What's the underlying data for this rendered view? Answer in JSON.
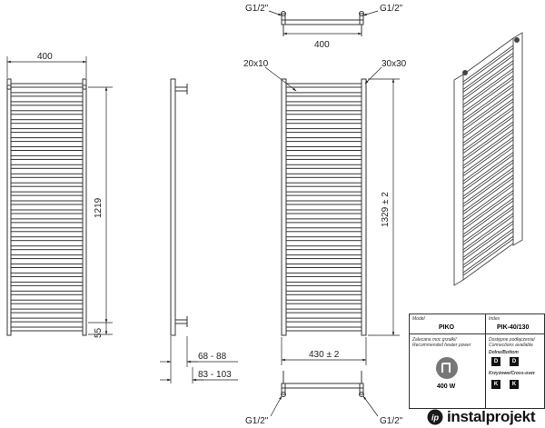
{
  "dimensions": {
    "front_width": "400",
    "front_height": "1219",
    "front_bottom": "55",
    "side_depth_1": "68 - 88",
    "side_depth_2": "83 - 103",
    "top_connection_left": "G1/2\"",
    "top_connection_right": "G1/2\"",
    "top_width": "400",
    "profile_rung": "20x10",
    "profile_rail": "30x30",
    "total_height": "1329 ± 2",
    "total_width": "430 ± 2",
    "bottom_connection_left": "G1/2\"",
    "bottom_connection_right": "G1/2\""
  },
  "title_block": {
    "model_label": "Model",
    "model_value": "PIKO",
    "index_label": "Index",
    "index_value": "PIK-40/130",
    "power_label": "Zalecana moc grzałki/",
    "power_label_en": "Recommended heater power",
    "power_value": "400 W",
    "connections_label": "Dostępne podłączenia/",
    "connections_label_en": "Connections available",
    "bottom_label": "Dolne/Bottom",
    "cross_label": "Krzyżowe/Cross-over",
    "codes": [
      "D",
      "D",
      "K",
      "K"
    ]
  },
  "brand": {
    "name": "instalprojekt",
    "logo_mark": "ip"
  }
}
